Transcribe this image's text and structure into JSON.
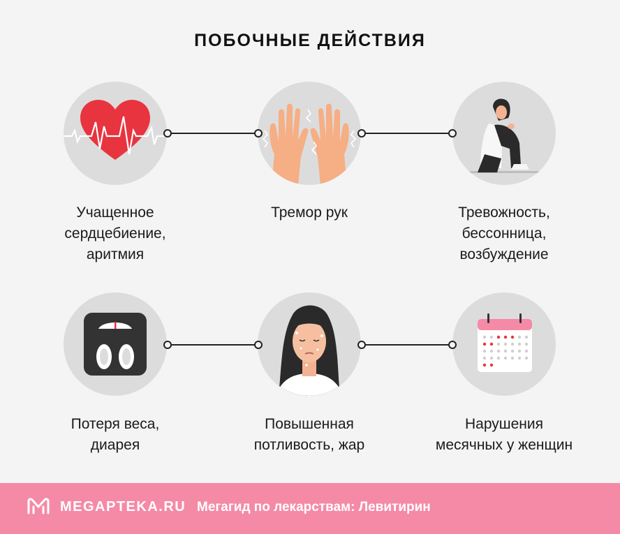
{
  "title": "ПОБОЧНЫЕ ДЕЙСТВИЯ",
  "items": [
    {
      "icon": "heartbeat-icon",
      "lines": [
        "Учащенное",
        "сердцебиение,",
        "аритмия"
      ]
    },
    {
      "icon": "trembling-hands-icon",
      "lines": [
        "Тремор рук"
      ]
    },
    {
      "icon": "anxious-person-icon",
      "lines": [
        "Тревожность,",
        "бессонница,",
        "возбуждение"
      ]
    },
    {
      "icon": "scale-icon",
      "lines": [
        "Потеря веса,",
        "диарея"
      ]
    },
    {
      "icon": "sweating-woman-icon",
      "lines": [
        "Повышенная",
        "потливость, жар"
      ]
    },
    {
      "icon": "calendar-icon",
      "lines": [
        "Нарушения",
        "месячных у женщин"
      ]
    }
  ],
  "footer": {
    "brand": "MEGAPTEKA.RU",
    "tagline": "Мегагид по лекарствам: Левитирин"
  },
  "colors": {
    "accent": "#f58aa6",
    "heart": "#e8343f",
    "skin": "#f6ae85",
    "circle": "#dcdcdc"
  }
}
